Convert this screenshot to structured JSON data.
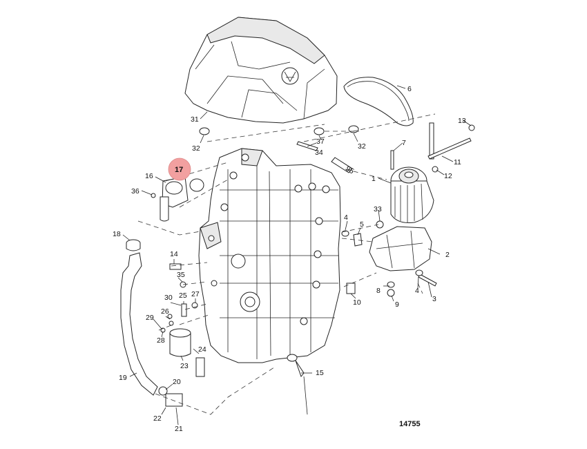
{
  "diagram": {
    "figure_number": "14755",
    "highlight_color": "#f2a0a0",
    "highlighted_callout": "17",
    "callouts": [
      {
        "id": "1",
        "label": "1"
      },
      {
        "id": "2",
        "label": "2"
      },
      {
        "id": "3",
        "label": "3"
      },
      {
        "id": "4a",
        "label": "4"
      },
      {
        "id": "4b",
        "label": "4"
      },
      {
        "id": "5",
        "label": "5"
      },
      {
        "id": "6",
        "label": "6"
      },
      {
        "id": "7",
        "label": "7"
      },
      {
        "id": "8",
        "label": "8"
      },
      {
        "id": "9",
        "label": "9"
      },
      {
        "id": "10",
        "label": "10"
      },
      {
        "id": "11",
        "label": "11"
      },
      {
        "id": "12",
        "label": "12"
      },
      {
        "id": "13",
        "label": "13"
      },
      {
        "id": "14",
        "label": "14"
      },
      {
        "id": "15",
        "label": "15"
      },
      {
        "id": "16",
        "label": "16"
      },
      {
        "id": "17",
        "label": "17"
      },
      {
        "id": "18",
        "label": "18"
      },
      {
        "id": "19",
        "label": "19"
      },
      {
        "id": "20",
        "label": "20"
      },
      {
        "id": "21",
        "label": "21"
      },
      {
        "id": "22",
        "label": "22"
      },
      {
        "id": "23",
        "label": "23"
      },
      {
        "id": "24",
        "label": "24"
      },
      {
        "id": "25",
        "label": "25"
      },
      {
        "id": "26",
        "label": "26"
      },
      {
        "id": "27",
        "label": "27"
      },
      {
        "id": "28",
        "label": "28"
      },
      {
        "id": "29",
        "label": "29"
      },
      {
        "id": "30",
        "label": "30"
      },
      {
        "id": "31",
        "label": "31"
      },
      {
        "id": "32a",
        "label": "32"
      },
      {
        "id": "32b",
        "label": "32"
      },
      {
        "id": "33",
        "label": "33"
      },
      {
        "id": "34",
        "label": "34"
      },
      {
        "id": "35",
        "label": "35"
      },
      {
        "id": "36",
        "label": "36"
      },
      {
        "id": "37",
        "label": "37"
      }
    ],
    "tube_label": "95"
  }
}
